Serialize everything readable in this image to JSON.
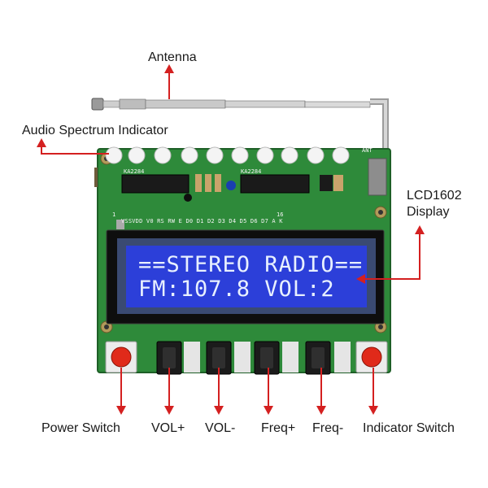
{
  "labels": {
    "antenna": "Antenna",
    "audio_spectrum": "Audio Spectrum Indicator",
    "lcd_line1": "LCD1602",
    "lcd_line2": "Display",
    "power": "Power Switch",
    "vol_up": "VOL+",
    "vol_down": "VOL-",
    "freq_up": "Freq+",
    "freq_down": "Freq-",
    "indicator": "Indicator Switch"
  },
  "lcd": {
    "row1": "==STEREO RADIO==",
    "row2": "FM:107.8 VOL:2"
  },
  "pcb": {
    "pins": "VSSVDD V0 RS RW E  D0 D1 D2 D3 D4 D5 D6 D7  A  K",
    "ic_left": "KA2284",
    "ic_right": "KA2284",
    "pin_first": "1",
    "pin_last": "16",
    "ant_mark": "ANT"
  },
  "colors": {
    "pcb": "#2e8a3a",
    "lcd_bg": "#2c3fd9",
    "lcd_text": "#e8f0ff",
    "arrow": "#d42020",
    "power_button": "#e02a1a"
  }
}
